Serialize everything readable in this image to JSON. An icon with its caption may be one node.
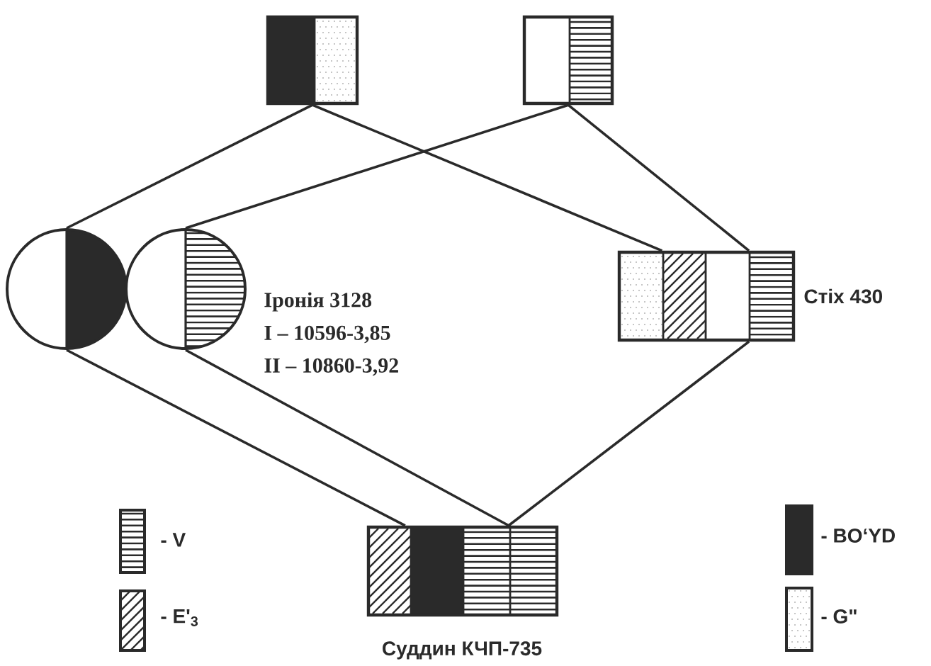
{
  "diagram": {
    "nodes": [
      {
        "text": [],
        "shape": "box"
      },
      {
        "text": [],
        "shape": "box"
      },
      {
        "text": [],
        "shape": "circle"
      },
      {
        "text": [],
        "shape": "circle",
        "beside": [
          "Іронія 3128",
          "I – 10596-3,85",
          "II – 10860-3,92"
        ]
      },
      {
        "text": [],
        "shape": "box",
        "beside": [
          "Стіх 430"
        ]
      },
      {
        "text": [],
        "shape": "box",
        "beside": [
          "Суддин КЧП-735"
        ]
      }
    ],
    "edges": [
      {
        "from": 0,
        "to": 2,
        "arrow": "none"
      },
      {
        "from": 0,
        "to": 4,
        "arrow": "none"
      },
      {
        "from": 1,
        "to": 3,
        "arrow": "none"
      },
      {
        "from": 1,
        "to": 4,
        "arrow": "none"
      },
      {
        "from": 2,
        "to": 5,
        "arrow": "none"
      },
      {
        "from": 3,
        "to": 5,
        "arrow": "none"
      },
      {
        "from": 4,
        "to": 5,
        "arrow": "none"
      }
    ],
    "legend": [
      {
        "text": "- V"
      },
      {
        "text": "- E'$_{3}$"
      },
      {
        "text": "- BO‘YD"
      },
      {
        "text": "- G\""
      }
    ]
  }
}
